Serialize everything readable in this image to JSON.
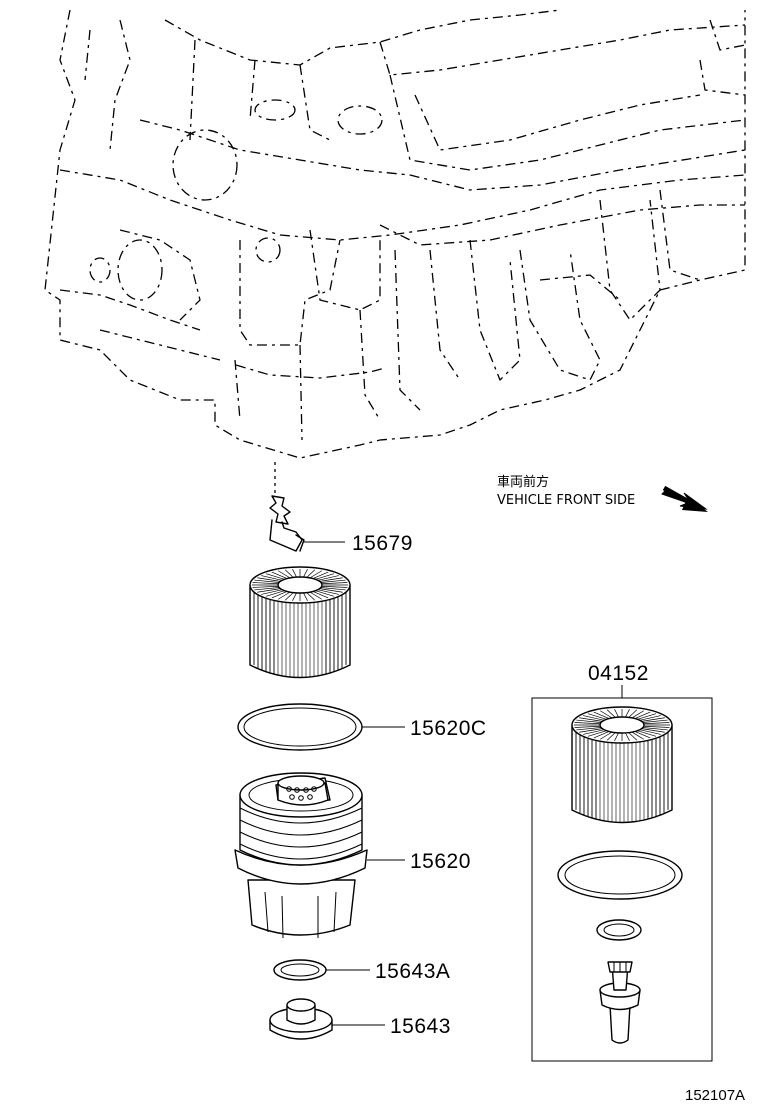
{
  "direction_note": {
    "line1": "車両前方",
    "line2": "VEHICLE FRONT SIDE"
  },
  "parts": [
    {
      "number": "15679"
    },
    {
      "number": "15620C"
    },
    {
      "number": "15620"
    },
    {
      "number": "15643A"
    },
    {
      "number": "15643"
    }
  ],
  "kit": {
    "number": "04152"
  },
  "drawing_code": "152107A",
  "colors": {
    "ink": "#000000",
    "background": "#ffffff"
  }
}
